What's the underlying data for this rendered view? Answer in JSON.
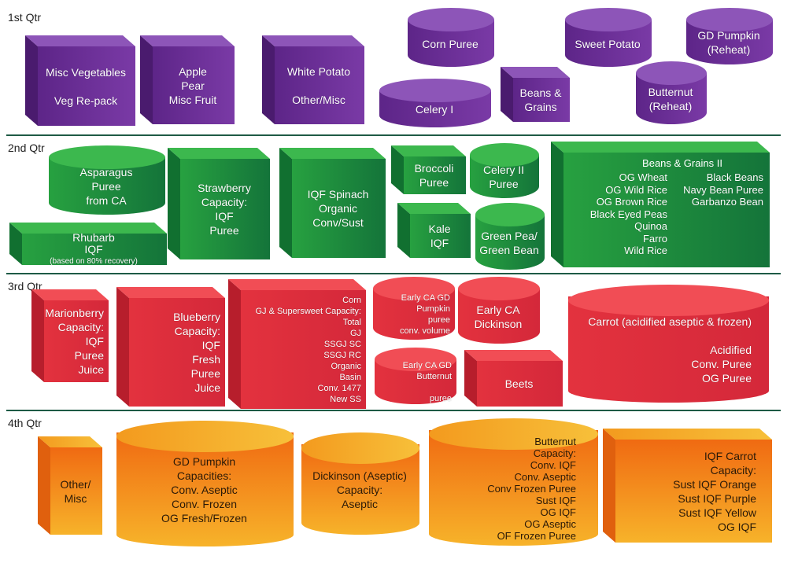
{
  "quarters": [
    {
      "label": "1st Qtr",
      "color": "#6b2f95",
      "shapes": [
        {
          "lines": [
            "Misc Vegetables",
            "",
            "Veg Re-pack"
          ]
        },
        {
          "lines": [
            "Apple",
            "Pear",
            "Misc Fruit"
          ]
        },
        {
          "lines": [
            "White Potato",
            "",
            "Other/Misc"
          ]
        },
        {
          "lines": [
            "Corn Puree"
          ]
        },
        {
          "lines": [
            "Celery I"
          ]
        },
        {
          "lines": [
            "Beans &",
            "Grains"
          ]
        },
        {
          "lines": [
            "Sweet Potato"
          ]
        },
        {
          "lines": [
            "GD Pumpkin",
            "(Reheat)"
          ]
        },
        {
          "lines": [
            "Butternut",
            "(Reheat)"
          ]
        }
      ]
    },
    {
      "label": "2nd Qtr",
      "color": "#1f8f3a",
      "shapes": [
        {
          "lines": [
            "Asparagus",
            "Puree",
            "from CA"
          ]
        },
        {
          "lines": [
            "Rhubarb",
            "IQF",
            "(based on 80% recovery)"
          ]
        },
        {
          "lines": [
            "Strawberry",
            "Capacity:",
            "IQF",
            "Puree"
          ]
        },
        {
          "lines": [
            "IQF Spinach",
            "Organic",
            "Conv/Sust"
          ]
        },
        {
          "lines": [
            "Broccoli",
            "Puree"
          ]
        },
        {
          "lines": [
            "Celery II",
            "Puree"
          ]
        },
        {
          "lines": [
            "Kale",
            "IQF"
          ]
        },
        {
          "lines": [
            "Green Pea/",
            "Green Bean"
          ]
        },
        {
          "title": "Beans & Grains II",
          "lines": [
            "OG Wheat",
            "OG Wild Rice",
            "OG Brown Rice",
            "Black Eyed Peas",
            "Quinoa",
            "Farro",
            "Wild Rice"
          ],
          "lines2": [
            "Black Beans",
            "Navy Bean Puree",
            "Garbanzo Bean"
          ]
        }
      ]
    },
    {
      "label": "3rd Qtr",
      "color": "#e0323c",
      "shapes": [
        {
          "lines": [
            "Marionberry",
            "Capacity:",
            "IQF",
            "Puree",
            "Juice"
          ]
        },
        {
          "lines": [
            "Blueberry",
            "Capacity:",
            "IQF",
            "Fresh",
            "Puree",
            "Juice"
          ]
        },
        {
          "lines": [
            "Corn",
            "GJ & Supersweet Capacity:",
            "Total",
            "GJ",
            "SSGJ SC",
            "SSGJ RC",
            "Organic",
            "Basin",
            "Conv. 1477",
            "New SS"
          ]
        },
        {
          "lines": [
            "Early CA GD",
            "Pumpkin",
            "puree",
            "conv. volume"
          ]
        },
        {
          "lines": [
            "Early CA",
            "Dickinson"
          ]
        },
        {
          "lines": [
            "Early CA GD",
            "Butternut",
            "",
            "puree"
          ]
        },
        {
          "lines": [
            "Beets"
          ]
        },
        {
          "lines": [
            "Carrot (acidified aseptic & frozen)",
            "",
            "Acidified",
            "Conv. Puree",
            "OG Puree"
          ]
        }
      ]
    },
    {
      "label": "4th Qtr",
      "color": "#f28a18",
      "shapes": [
        {
          "lines": [
            "Other/",
            "Misc"
          ]
        },
        {
          "lines": [
            "GD Pumpkin",
            "Capacities:",
            "Conv. Aseptic",
            "Conv. Frozen",
            "OG Fresh/Frozen"
          ]
        },
        {
          "lines": [
            "Dickinson (Aseptic)",
            "Capacity:",
            "Aseptic"
          ]
        },
        {
          "lines": [
            "Butternut",
            "Capacity:",
            "Conv. IQF",
            "Conv. Aseptic",
            "Conv Frozen Puree",
            "Sust IQF",
            "OG IQF",
            "OG Aseptic",
            "OF Frozen Puree"
          ]
        },
        {
          "lines": [
            "IQF Carrot",
            "Capacity:",
            "Sust IQF Orange",
            "Sust IQF Purple",
            "Sust IQF Yellow",
            "OG IQF"
          ]
        }
      ]
    }
  ]
}
